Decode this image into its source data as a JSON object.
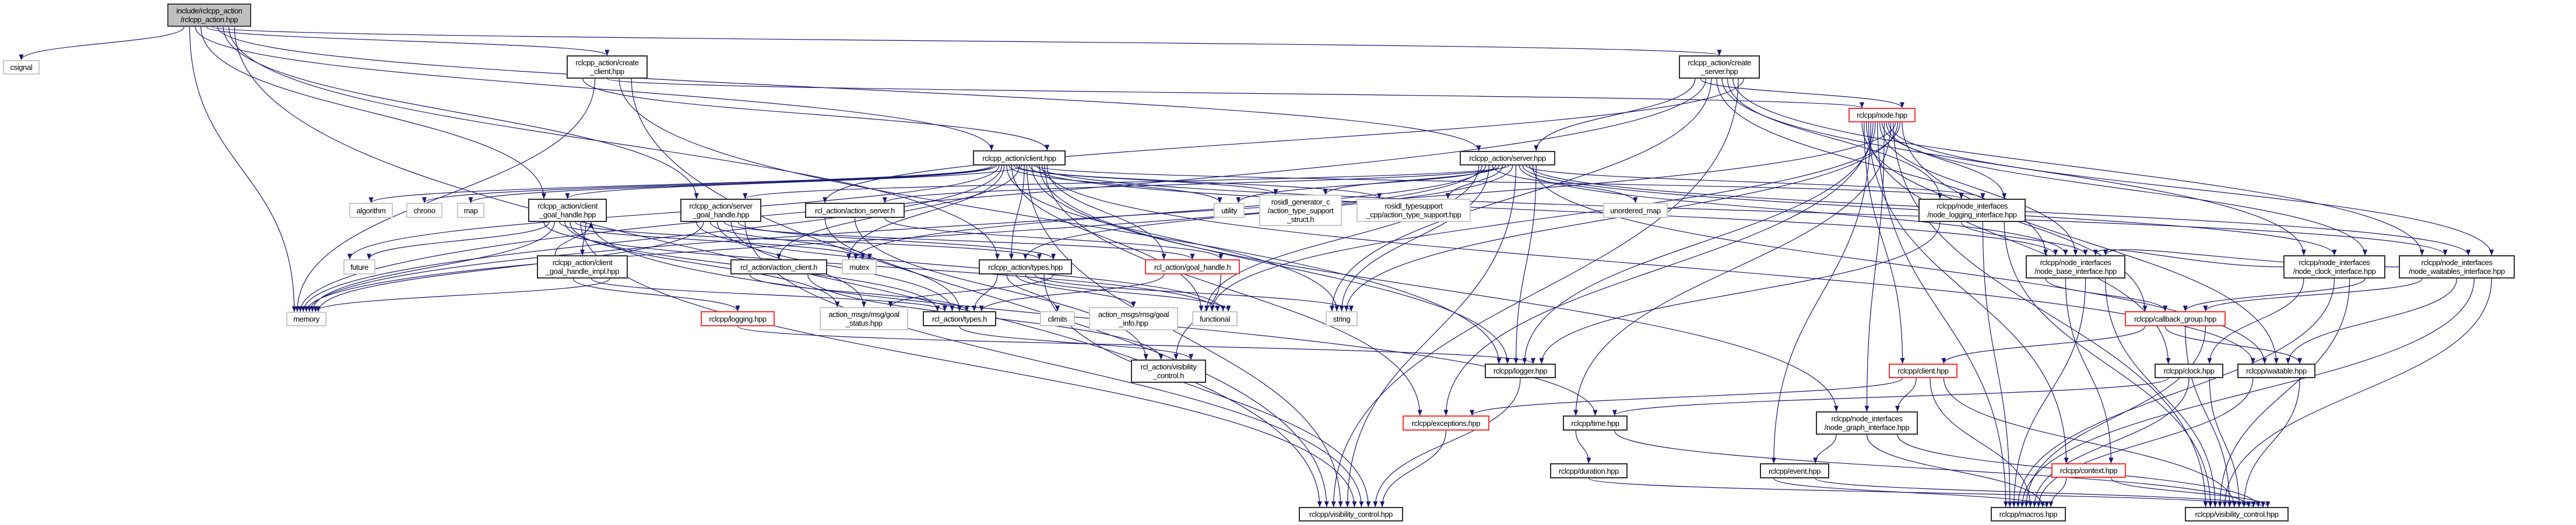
{
  "graph": {
    "edge_color": "#191970",
    "node_styles": {
      "main": {
        "fill": "#bfbfbf",
        "border": "#404040"
      },
      "normal": {
        "fill": "#ffffff",
        "border": "#303030"
      },
      "red": {
        "fill": "#ffffff",
        "border": "#ff3333"
      },
      "system": {
        "fill": "#ffffff",
        "border": "#c8c8c8"
      }
    },
    "nodes": [
      {
        "id": "main",
        "label": "include/rclcpp_action\n/rclcpp_action.hpp",
        "style": "main"
      },
      {
        "id": "csignal",
        "label": "csignal",
        "style": "system"
      },
      {
        "id": "create_client",
        "label": "rclcpp_action/create\n_client.hpp",
        "style": "normal"
      },
      {
        "id": "client",
        "label": "rclcpp_action/client.hpp",
        "style": "normal"
      },
      {
        "id": "create_server",
        "label": "rclcpp_action/create\n_server.hpp",
        "style": "normal"
      },
      {
        "id": "server",
        "label": "rclcpp_action/server.hpp",
        "style": "normal"
      },
      {
        "id": "node",
        "label": "rclcpp/node.hpp",
        "style": "red"
      },
      {
        "id": "algorithm",
        "label": "algorithm",
        "style": "system"
      },
      {
        "id": "chrono",
        "label": "chrono",
        "style": "system"
      },
      {
        "id": "map",
        "label": "map",
        "style": "system"
      },
      {
        "id": "cgh",
        "label": "rclcpp_action/client\n_goal_handle.hpp",
        "style": "normal"
      },
      {
        "id": "sgh",
        "label": "rclcpp_action/server\n_goal_handle.hpp",
        "style": "normal"
      },
      {
        "id": "action_server",
        "label": "rcl_action/action_server.h",
        "style": "normal"
      },
      {
        "id": "utility",
        "label": "utility",
        "style": "system"
      },
      {
        "id": "rosidl_c",
        "label": "rosidl_generator_c\n/action_type_support\n_struct.h",
        "style": "system"
      },
      {
        "id": "rosidl_cpp",
        "label": "rosidl_typesupport\n_cpp/action_type_support.hpp",
        "style": "system"
      },
      {
        "id": "unordered_map",
        "label": "unordered_map",
        "style": "system"
      },
      {
        "id": "nli",
        "label": "rclcpp/node_interfaces\n/node_logging_interface.hpp",
        "style": "normal"
      },
      {
        "id": "future",
        "label": "future",
        "style": "system"
      },
      {
        "id": "cghi",
        "label": "rclcpp_action/client\n_goal_handle_impl.hpp",
        "style": "normal"
      },
      {
        "id": "action_client",
        "label": "rcl_action/action_client.h",
        "style": "normal"
      },
      {
        "id": "mutex",
        "label": "mutex",
        "style": "system"
      },
      {
        "id": "types_hpp",
        "label": "rclcpp_action/types.hpp",
        "style": "normal"
      },
      {
        "id": "goal_handle_h",
        "label": "rcl_action/goal_handle.h",
        "style": "red"
      },
      {
        "id": "nbi",
        "label": "rclcpp/node_interfaces\n/node_base_interface.hpp",
        "style": "normal"
      },
      {
        "id": "nci",
        "label": "rclcpp/node_interfaces\n/node_clock_interface.hpp",
        "style": "normal"
      },
      {
        "id": "nwi",
        "label": "rclcpp/node_interfaces\n/node_waitables_interface.hpp",
        "style": "normal"
      },
      {
        "id": "memory",
        "label": "memory",
        "style": "system"
      },
      {
        "id": "logging",
        "label": "rclcpp/logging.hpp",
        "style": "red"
      },
      {
        "id": "goal_status",
        "label": "action_msgs/msg/goal\n_status.hpp",
        "style": "system"
      },
      {
        "id": "rcl_types",
        "label": "rcl_action/types.h",
        "style": "normal"
      },
      {
        "id": "climits",
        "label": "climits",
        "style": "system"
      },
      {
        "id": "goal_info",
        "label": "action_msgs/msg/goal\n_info.hpp",
        "style": "system"
      },
      {
        "id": "functional",
        "label": "functional",
        "style": "system"
      },
      {
        "id": "string",
        "label": "string",
        "style": "system"
      },
      {
        "id": "callback_group",
        "label": "rclcpp/callback_group.hpp",
        "style": "red"
      },
      {
        "id": "rcl_vis",
        "label": "rcl_action/visibility\n_control.h",
        "style": "normal"
      },
      {
        "id": "logger",
        "label": "rclcpp/logger.hpp",
        "style": "normal"
      },
      {
        "id": "rclcpp_client",
        "label": "rclcpp/client.hpp",
        "style": "red"
      },
      {
        "id": "clock",
        "label": "rclcpp/clock.hpp",
        "style": "normal"
      },
      {
        "id": "waitable",
        "label": "rclcpp/waitable.hpp",
        "style": "normal"
      },
      {
        "id": "exceptions",
        "label": "rclcpp/exceptions.hpp",
        "style": "red"
      },
      {
        "id": "time",
        "label": "rclcpp/time.hpp",
        "style": "normal"
      },
      {
        "id": "ngi",
        "label": "rclcpp/node_interfaces\n/node_graph_interface.hpp",
        "style": "normal"
      },
      {
        "id": "duration",
        "label": "rclcpp/duration.hpp",
        "style": "normal"
      },
      {
        "id": "event",
        "label": "rclcpp/event.hpp",
        "style": "normal"
      },
      {
        "id": "context",
        "label": "rclcpp/context.hpp",
        "style": "red"
      },
      {
        "id": "vis_a",
        "label": "rclcpp/visibility_control.hpp",
        "style": "normal"
      },
      {
        "id": "macros",
        "label": "rclcpp/macros.hpp",
        "style": "normal"
      },
      {
        "id": "vis_b",
        "label": "rclcpp/visibility_control.hpp",
        "style": "normal"
      }
    ],
    "edges": [
      [
        "main",
        "csignal"
      ],
      [
        "main",
        "memory"
      ],
      [
        "main",
        "client"
      ],
      [
        "main",
        "cgh"
      ],
      [
        "main",
        "create_client"
      ],
      [
        "main",
        "create_server"
      ],
      [
        "main",
        "server"
      ],
      [
        "main",
        "sgh"
      ],
      [
        "main",
        "types_hpp"
      ],
      [
        "main",
        "vis_a"
      ],
      [
        "create_client",
        "client"
      ],
      [
        "create_client",
        "memory"
      ],
      [
        "create_client",
        "node"
      ],
      [
        "create_client",
        "logger"
      ],
      [
        "create_client",
        "vis_a"
      ],
      [
        "create_server",
        "server"
      ],
      [
        "create_server",
        "node"
      ],
      [
        "create_server",
        "memory"
      ],
      [
        "create_server",
        "string"
      ],
      [
        "create_server",
        "nbi"
      ],
      [
        "create_server",
        "nci"
      ],
      [
        "create_server",
        "nli"
      ],
      [
        "create_server",
        "nwi"
      ],
      [
        "create_server",
        "vis_a"
      ],
      [
        "create_server",
        "action_server"
      ],
      [
        "client",
        "algorithm"
      ],
      [
        "client",
        "chrono"
      ],
      [
        "client",
        "map"
      ],
      [
        "client",
        "future"
      ],
      [
        "client",
        "memory"
      ],
      [
        "client",
        "mutex"
      ],
      [
        "client",
        "string"
      ],
      [
        "client",
        "utility"
      ],
      [
        "client",
        "functional"
      ],
      [
        "client",
        "rosidl_c"
      ],
      [
        "client",
        "rosidl_cpp"
      ],
      [
        "client",
        "action_client"
      ],
      [
        "client",
        "cgh"
      ],
      [
        "client",
        "types_hpp"
      ],
      [
        "client",
        "vis_a"
      ],
      [
        "client",
        "nbi"
      ],
      [
        "client",
        "ngi"
      ],
      [
        "client",
        "nli"
      ],
      [
        "client",
        "nwi"
      ],
      [
        "client",
        "logger"
      ],
      [
        "client",
        "waitable"
      ],
      [
        "client",
        "exceptions"
      ],
      [
        "client",
        "goal_handle_h"
      ],
      [
        "server",
        "functional"
      ],
      [
        "server",
        "memory"
      ],
      [
        "server",
        "mutex"
      ],
      [
        "server",
        "string"
      ],
      [
        "server",
        "unordered_map"
      ],
      [
        "server",
        "utility"
      ],
      [
        "server",
        "rosidl_c"
      ],
      [
        "server",
        "rosidl_cpp"
      ],
      [
        "server",
        "action_server"
      ],
      [
        "server",
        "sgh"
      ],
      [
        "server",
        "types_hpp"
      ],
      [
        "server",
        "vis_a"
      ],
      [
        "server",
        "nbi"
      ],
      [
        "server",
        "nci"
      ],
      [
        "server",
        "nli"
      ],
      [
        "server",
        "nwi"
      ],
      [
        "server",
        "waitable"
      ],
      [
        "server",
        "logger"
      ],
      [
        "node",
        "callback_group"
      ],
      [
        "node",
        "rclcpp_client"
      ],
      [
        "node",
        "clock"
      ],
      [
        "node",
        "context"
      ],
      [
        "node",
        "event"
      ],
      [
        "node",
        "exceptions"
      ],
      [
        "node",
        "logger"
      ],
      [
        "node",
        "macros"
      ],
      [
        "node",
        "nbi"
      ],
      [
        "node",
        "nci"
      ],
      [
        "node",
        "ngi"
      ],
      [
        "node",
        "nli"
      ],
      [
        "node",
        "nwi"
      ],
      [
        "node",
        "time"
      ],
      [
        "node",
        "vis_b"
      ],
      [
        "node",
        "memory"
      ],
      [
        "node",
        "string"
      ],
      [
        "node",
        "functional"
      ],
      [
        "node",
        "waitable"
      ],
      [
        "cgh",
        "functional"
      ],
      [
        "cgh",
        "future"
      ],
      [
        "cgh",
        "memory"
      ],
      [
        "cgh",
        "mutex"
      ],
      [
        "cgh",
        "rcl_types"
      ],
      [
        "cgh",
        "goal_status"
      ],
      [
        "cgh",
        "types_hpp"
      ],
      [
        "cgh",
        "vis_a"
      ],
      [
        "cgh",
        "cghi"
      ],
      [
        "cgh",
        "time"
      ],
      [
        "cghi",
        "cgh"
      ],
      [
        "cghi",
        "logging"
      ],
      [
        "cghi",
        "rcl_types"
      ],
      [
        "cghi",
        "memory"
      ],
      [
        "sgh",
        "functional"
      ],
      [
        "sgh",
        "memory"
      ],
      [
        "sgh",
        "mutex"
      ],
      [
        "sgh",
        "rcl_types"
      ],
      [
        "sgh",
        "goal_handle_h"
      ],
      [
        "sgh",
        "goal_status"
      ],
      [
        "sgh",
        "types_hpp"
      ],
      [
        "sgh",
        "vis_a"
      ],
      [
        "action_server",
        "rcl_types"
      ],
      [
        "action_server",
        "rcl_vis"
      ],
      [
        "action_server",
        "goal_handle_h"
      ],
      [
        "action_client",
        "rcl_types"
      ],
      [
        "action_client",
        "rcl_vis"
      ],
      [
        "types_hpp",
        "rcl_types"
      ],
      [
        "types_hpp",
        "climits"
      ],
      [
        "types_hpp",
        "goal_info"
      ],
      [
        "types_hpp",
        "functional"
      ],
      [
        "types_hpp",
        "string"
      ],
      [
        "types_hpp",
        "vis_a"
      ],
      [
        "types_hpp",
        "goal_status"
      ],
      [
        "goal_handle_h",
        "rcl_types"
      ],
      [
        "goal_handle_h",
        "rcl_vis"
      ],
      [
        "rcl_types",
        "rcl_vis"
      ],
      [
        "logging",
        "logger"
      ],
      [
        "nli",
        "logger"
      ],
      [
        "nli",
        "nbi"
      ],
      [
        "nli",
        "macros"
      ],
      [
        "nli",
        "vis_b"
      ],
      [
        "nbi",
        "callback_group"
      ],
      [
        "nbi",
        "context"
      ],
      [
        "nbi",
        "macros"
      ],
      [
        "nbi",
        "vis_b"
      ],
      [
        "nci",
        "clock"
      ],
      [
        "nci",
        "nbi"
      ],
      [
        "nci",
        "macros"
      ],
      [
        "nci",
        "vis_b"
      ],
      [
        "nci",
        "callback_group"
      ],
      [
        "nwi",
        "callback_group"
      ],
      [
        "nwi",
        "nbi"
      ],
      [
        "nwi",
        "waitable"
      ],
      [
        "nwi",
        "macros"
      ],
      [
        "nwi",
        "vis_b"
      ],
      [
        "callback_group",
        "rclcpp_client"
      ],
      [
        "callback_group",
        "waitable"
      ],
      [
        "callback_group",
        "vis_b"
      ],
      [
        "callback_group",
        "macros"
      ],
      [
        "rclcpp_client",
        "exceptions"
      ],
      [
        "rclcpp_client",
        "ngi"
      ],
      [
        "rclcpp_client",
        "macros"
      ],
      [
        "rclcpp_client",
        "vis_b"
      ],
      [
        "clock",
        "time"
      ],
      [
        "clock",
        "macros"
      ],
      [
        "clock",
        "vis_b"
      ],
      [
        "waitable",
        "macros"
      ],
      [
        "waitable",
        "vis_b"
      ],
      [
        "time",
        "duration"
      ],
      [
        "time",
        "vis_b"
      ],
      [
        "duration",
        "vis_b"
      ],
      [
        "ngi",
        "event"
      ],
      [
        "ngi",
        "macros"
      ],
      [
        "ngi",
        "vis_b"
      ],
      [
        "event",
        "macros"
      ],
      [
        "event",
        "vis_b"
      ],
      [
        "context",
        "macros"
      ],
      [
        "context",
        "vis_b"
      ],
      [
        "logger",
        "vis_a"
      ],
      [
        "exceptions",
        "vis_a"
      ]
    ]
  }
}
